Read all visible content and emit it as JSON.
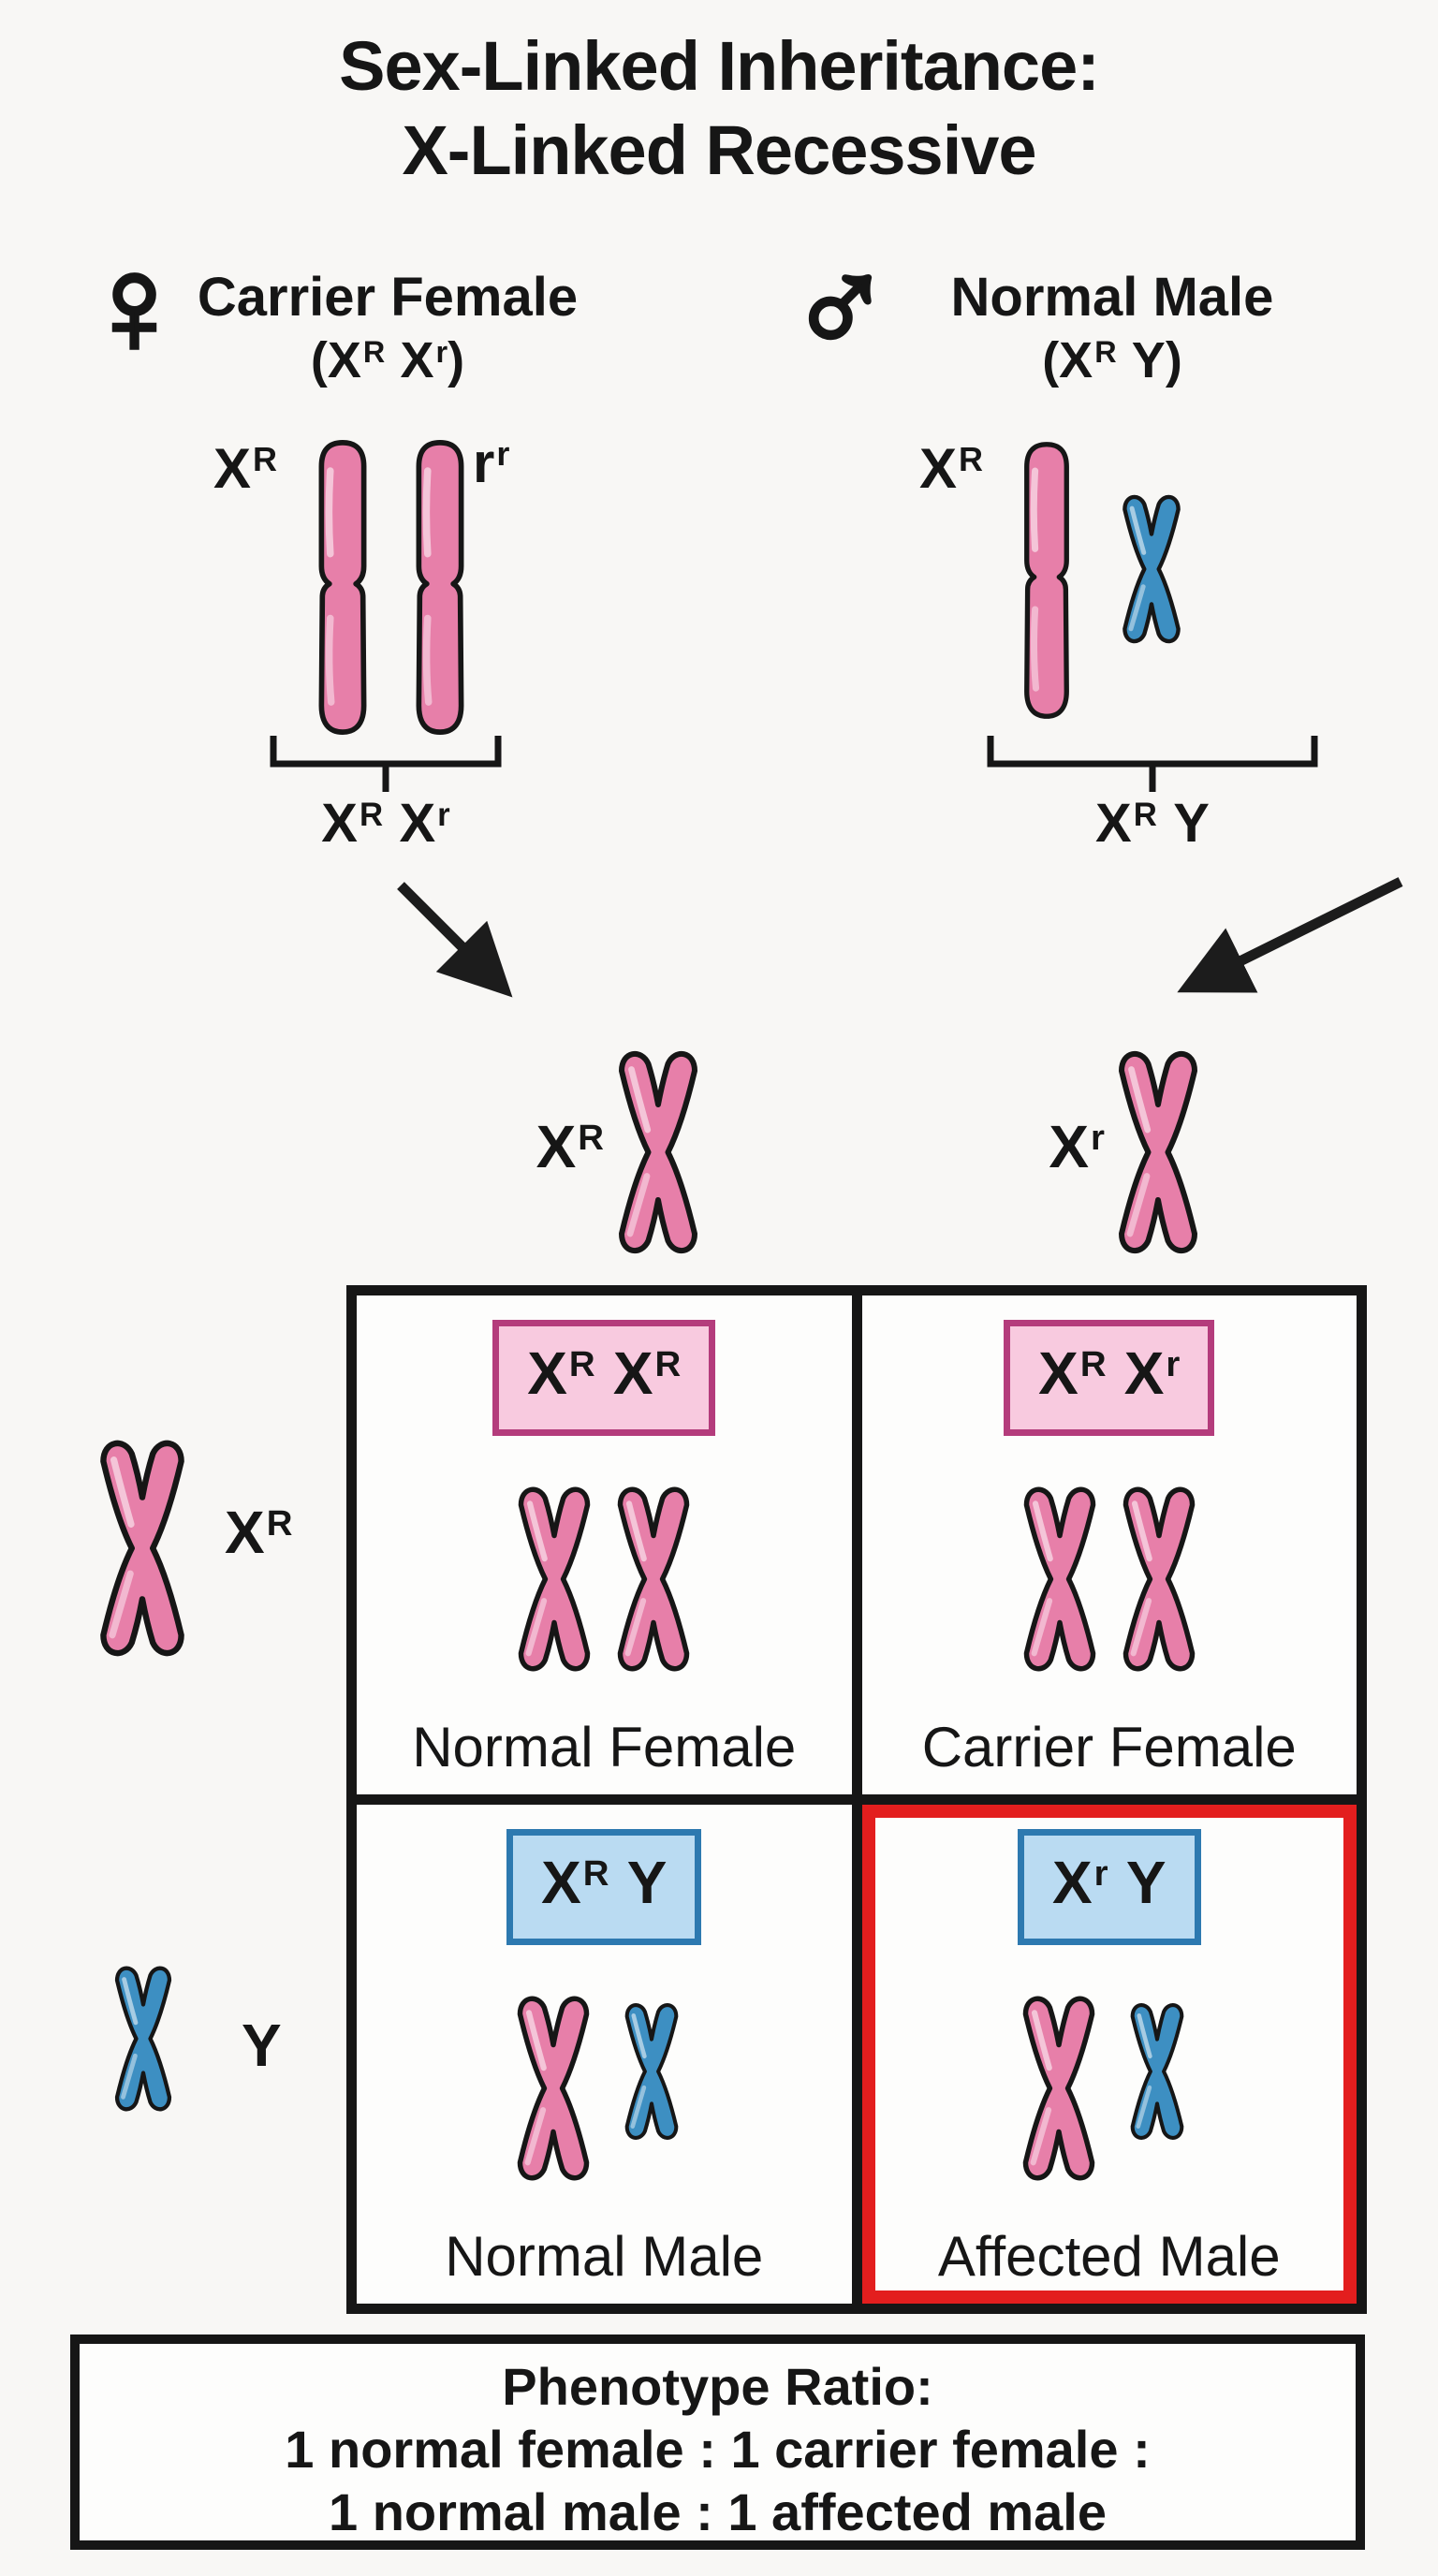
{
  "title": {
    "line1": "Sex-Linked Inheritance:",
    "line2": "X-Linked Recessive"
  },
  "parents": {
    "female": {
      "symbol": "♀",
      "name": "Carrier Female",
      "genotype": {
        "p1": "(X",
        "s1": "R",
        "p2": "X",
        "s2": "r",
        "p3": ")"
      },
      "left_chromosome_label": {
        "base": "X",
        "sup": "R"
      },
      "right_chromosome_label": {
        "base": "r",
        "sup": "r"
      },
      "gamete_label": {
        "b1": "X",
        "s1": "R",
        "b2": "X",
        "s2": "r"
      }
    },
    "male": {
      "symbol": "♂",
      "name": "Normal Male",
      "genotype": {
        "p1": "(X",
        "s1": "R",
        "p2": "Y",
        "s2": "",
        "p3": ")"
      },
      "left_chromosome_label": {
        "base": "X",
        "sup": "R"
      },
      "gamete_label": {
        "b1": "X",
        "s1": "R",
        "b2": "Y",
        "s2": ""
      }
    }
  },
  "punnett": {
    "top_gametes": [
      {
        "base": "X",
        "sup": "R"
      },
      {
        "base": "X",
        "sup": "r"
      }
    ],
    "side_gametes": [
      {
        "base": "X",
        "sup": "R"
      },
      {
        "base": "Y",
        "sup": ""
      }
    ],
    "cells": [
      {
        "genotype": {
          "b1": "X",
          "s1": "R",
          "b2": "X",
          "s2": "R"
        },
        "phenotype": "Normal Female"
      },
      {
        "genotype": {
          "b1": "X",
          "s1": "R",
          "b2": "X",
          "s2": "r"
        },
        "phenotype": "Carrier Female"
      },
      {
        "genotype": {
          "b1": "X",
          "s1": "R",
          "b2": "Y",
          "s2": ""
        },
        "phenotype": "Normal Male"
      },
      {
        "genotype": {
          "b1": "X",
          "s1": "r",
          "b2": "Y",
          "s2": ""
        },
        "phenotype": "Affected Male"
      }
    ]
  },
  "ratio_box": {
    "line1": "Phenotype Ratio:",
    "line2": "1 normal female : 1 carrier female :",
    "line3": "1 normal male : 1 affected male"
  },
  "colors": {
    "chrom-pink": "#e77fa9",
    "chrom-blue": "#3d8fc2",
    "pink-box-bg": "#f8cadf",
    "pink-box-border": "#b43c7c",
    "blue-box-bg": "#badbf2",
    "blue-box-border": "#2d79b0",
    "highlight-red": "#e31e1e"
  }
}
